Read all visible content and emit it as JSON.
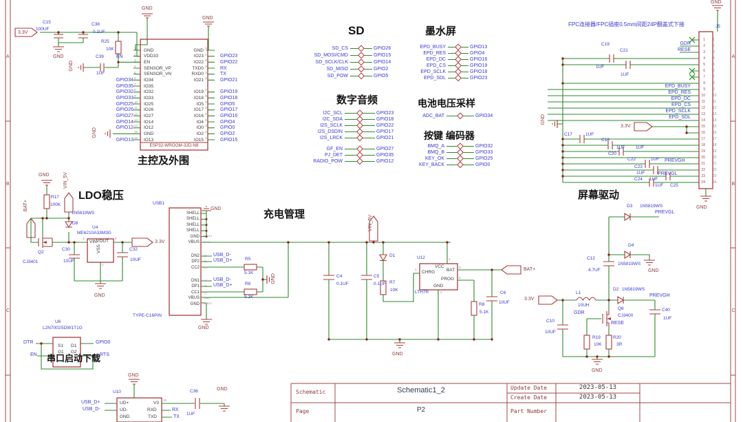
{
  "colors": {
    "wire": "#2a8a2a",
    "symbol": "#a83a3a",
    "net_blue": "#3838d2",
    "power_red": "#8b3a3a",
    "frame": "#a04545"
  },
  "frame": {
    "rows": [
      "A",
      "B",
      "C"
    ]
  },
  "titles": {
    "mcu": "主控及外围",
    "ldo": "LDO稳压",
    "charge": "充电管理",
    "screen": "屏幕驱动",
    "serial": "串口启动下载",
    "sd": "SD",
    "eink": "墨水屏",
    "audio": "数字音频",
    "battery": "电池电压采样",
    "keys": "按键 编码器"
  },
  "fpc_note": "FPC连接器/FPC插座0.5mm间距24P翻盖式下接",
  "nets": {
    "en": "EN",
    "gnd": "GND",
    "v33": "3.3V",
    "vin5": "VIN_5V",
    "batp": "BAT+",
    "rx": "RX",
    "tx": "TX",
    "usbdp": "USB_D+",
    "usbdm": "USB_D-",
    "dtr": "DTR",
    "rts": "RTS",
    "gpio0": "GPIO0",
    "prevgh": "PREVGH",
    "prevgl": "PREVGL",
    "gdr": "GDR",
    "rese": "RESE"
  },
  "esp32": {
    "name": "ESP32-WROOM-32D-N8",
    "left_pins": [
      {
        "num": "1",
        "name": "GND",
        "net": ""
      },
      {
        "num": "2",
        "name": "VDD33",
        "net": ""
      },
      {
        "num": "3",
        "name": "EN",
        "net": ""
      },
      {
        "num": "4",
        "name": "SENSOR_VP",
        "net": ""
      },
      {
        "num": "5",
        "name": "SENSOR_VN",
        "net": ""
      },
      {
        "num": "6",
        "name": "IO34",
        "net": "GPIO34"
      },
      {
        "num": "7",
        "name": "IO35",
        "net": "GPIO35"
      },
      {
        "num": "8",
        "name": "IO32",
        "net": "GPIO32"
      },
      {
        "num": "9",
        "name": "IO33",
        "net": "GPIO33"
      },
      {
        "num": "10",
        "name": "IO25",
        "net": "GPIO25"
      },
      {
        "num": "11",
        "name": "IO26",
        "net": "GPIO26"
      },
      {
        "num": "12",
        "name": "IO27",
        "net": "GPIO27"
      },
      {
        "num": "13",
        "name": "IO14",
        "net": "GPIO14"
      },
      {
        "num": "14",
        "name": "IO12",
        "net": "GPIO12"
      },
      {
        "num": "15",
        "name": "GND",
        "net": ""
      },
      {
        "num": "16",
        "name": "IO13",
        "net": "GPIO13"
      }
    ],
    "right_pins": [
      {
        "num": "38",
        "name": "GND",
        "net": ""
      },
      {
        "num": "37",
        "name": "IO23",
        "net": "GPIO23"
      },
      {
        "num": "36",
        "name": "IO22",
        "net": "GPIO22"
      },
      {
        "num": "35",
        "name": "TXD0",
        "net": "RX"
      },
      {
        "num": "34",
        "name": "RXD0",
        "net": "TX"
      },
      {
        "num": "33",
        "name": "IO21",
        "net": "GPIO21"
      },
      {
        "num": "",
        "name": "",
        "net": ""
      },
      {
        "num": "31",
        "name": "IO19",
        "net": "GPIO19"
      },
      {
        "num": "30",
        "name": "IO18",
        "net": "GPIO18"
      },
      {
        "num": "29",
        "name": "IO5",
        "net": "GPIO5"
      },
      {
        "num": "28",
        "name": "IO17",
        "net": "GPIO17"
      },
      {
        "num": "27",
        "name": "IO16",
        "net": "GPIO16"
      },
      {
        "num": "26",
        "name": "IO4",
        "net": "GPIO4"
      },
      {
        "num": "25",
        "name": "IO0",
        "net": "GPIO0"
      },
      {
        "num": "24",
        "name": "IO2",
        "net": "GPIO2"
      },
      {
        "num": "23",
        "name": "IO15",
        "net": "GPIO15"
      }
    ]
  },
  "maps": {
    "sd": [
      {
        "l": "SD_CS",
        "r": "GPIO26"
      },
      {
        "l": "SD_MOSI/CMD",
        "r": "GPIO15"
      },
      {
        "l": "SD_SCLK/CLK",
        "r": "GPIO14"
      },
      {
        "l": "SD_MISO",
        "r": "GPIO2"
      },
      {
        "l": "SD_POW",
        "r": "GPIO5"
      }
    ],
    "eink": [
      {
        "l": "EPD_BUSY",
        "r": "GPIO13"
      },
      {
        "l": "EPD_RES",
        "r": "GPIO4"
      },
      {
        "l": "EPD_DC",
        "r": "GPIO16"
      },
      {
        "l": "EPD_CS",
        "r": "GPIO19"
      },
      {
        "l": "EPD_SCLK",
        "r": "GPIO18"
      },
      {
        "l": "EPD_SDL",
        "r": "GPIO23"
      }
    ],
    "audio": [
      {
        "l": "I2C_SCL",
        "r": "GPIO23"
      },
      {
        "l": "I2C_SDA",
        "r": "GPIO18"
      },
      {
        "l": "I2S_SCLK",
        "r": "GPIO22"
      },
      {
        "l": "I2S_DSDIN",
        "r": "GPIO17"
      },
      {
        "l": "I2S_LRCK",
        "r": "GPIO21"
      }
    ],
    "audio2": [
      {
        "l": "GF_EN",
        "r": "GPIO27"
      },
      {
        "l": "PJ_DET",
        "r": "GPIO35"
      },
      {
        "l": "RADIO_POW",
        "r": "GPIO12"
      }
    ],
    "battery": [
      {
        "l": "ADC_BAT",
        "r": "GPIO34"
      }
    ],
    "keys": [
      {
        "l": "BMQ_A",
        "r": "GPIO32"
      },
      {
        "l": "BMQ_B",
        "r": "GPIO33"
      },
      {
        "l": "KEY_OK",
        "r": "GPIO25"
      },
      {
        "l": "KEY_BACK",
        "r": "GPIO0"
      }
    ]
  },
  "j5": {
    "ref": "J5",
    "pins": [
      "1",
      "2",
      "3",
      "4",
      "5",
      "6",
      "7",
      "8",
      "9",
      "10",
      "11",
      "12",
      "13",
      "14",
      "15",
      "16",
      "17",
      "18",
      "19",
      "20",
      "21",
      "22",
      "23",
      "24"
    ],
    "nets": {
      "gdr": "GDR",
      "rese": "RESE",
      "busy": "EPD_BUSY",
      "res": "EPD_RES",
      "dc": "EPD_DC",
      "cs": "EPD_CS",
      "sclk": "EPD_SCLK",
      "sdl": "EPD_SDL"
    }
  },
  "usb": {
    "g1": [
      {
        "name": "SHELL",
        "num": "",
        "net": ""
      },
      {
        "name": "SHELL",
        "num": "",
        "net": ""
      },
      {
        "name": "SHELL",
        "num": "",
        "net": ""
      },
      {
        "name": "SHELL",
        "num": "",
        "net": ""
      },
      {
        "name": "GND",
        "num": "B1A12",
        "net": ""
      },
      {
        "name": "VBUS",
        "num": "B4A9",
        "net": ""
      }
    ],
    "g2": [
      {
        "name": "DN2",
        "num": "B7",
        "net": "USB_D-"
      },
      {
        "name": "DP2",
        "num": "B6",
        "net": "USB_D+"
      },
      {
        "name": "CC2",
        "num": "B5",
        "net": ""
      }
    ],
    "g3": [
      {
        "name": "DN1",
        "num": "A7",
        "net": "USB_D-"
      },
      {
        "name": "DP1",
        "num": "A6",
        "net": "USB_D+"
      },
      {
        "name": "CC1",
        "num": "A5",
        "net": ""
      },
      {
        "name": "VBUS",
        "num": "A4B9",
        "net": ""
      },
      {
        "name": "GND",
        "num": "A1B12",
        "net": ""
      }
    ]
  },
  "ics": {
    "u4": {
      "pins": {
        "vin": "VIN",
        "vout": "VOUT",
        "vss": "VSS"
      },
      "nums": {
        "vin": "3",
        "vout": "2",
        "vss": "1"
      }
    },
    "u12": {
      "pins": {
        "chrg": "CHRG",
        "vcc": "VCC",
        "bat": "BAT",
        "prog": "PROG",
        "gnd": "GND"
      },
      "nums": {
        "chrg": "1",
        "vcc": "4",
        "bat": "3",
        "prog": "5",
        "gnd": "2"
      }
    },
    "u6": {
      "pins": {
        "s1": "S1",
        "d1": "D1",
        "g1": "G1",
        "g2": "G2"
      }
    },
    "u10": {
      "pins": {
        "udp": "UD+",
        "udm": "UD-",
        "gnd": "GND",
        "v3": "V3",
        "rxd": "RXD",
        "txd": "TXD"
      },
      "nums": {
        "v3": "10"
      }
    }
  },
  "parts": {
    "c15": {
      "ref": "C15",
      "value": "100UF"
    },
    "c38": {
      "ref": "C38",
      "value": "0.1UF"
    },
    "c39": {
      "ref": "C39",
      "value": "1UF"
    },
    "r25": {
      "ref": "R25",
      "value": "10K"
    },
    "c19": {
      "ref": "C19",
      "value": "1UF"
    },
    "c21": {
      "ref": "C21",
      "value": "1UF"
    },
    "c17": {
      "ref": "C17",
      "value": "1UF"
    },
    "c18": {
      "ref": "C18",
      "value": "1UF"
    },
    "c20": {
      "ref": "C20",
      "value": "1UF"
    },
    "c22": {
      "ref": "C22",
      "value": "1UF"
    },
    "c23": {
      "ref": "C23",
      "value": "1UF"
    },
    "c24": {
      "ref": "C24",
      "value": "1UF"
    },
    "c25": {
      "ref": "C25",
      "value": "1UF"
    },
    "r17": {
      "ref": "R17",
      "value": "100K"
    },
    "d8": {
      "ref": "D8",
      "value": "1N5819WS"
    },
    "q2": {
      "ref": "Q2",
      "value": "CJ3401"
    },
    "u4": {
      "ref": "U4",
      "value": "ME6210A33M3G"
    },
    "c30": {
      "ref": "C30",
      "value": "10UF"
    },
    "c32": {
      "ref": "C32",
      "value": "10UF"
    },
    "usb1": {
      "ref": "USB1",
      "value": "TYPE-C16PIN"
    },
    "r5": {
      "ref": "R5",
      "value": "5.1K"
    },
    "r6": {
      "ref": "R6",
      "value": "5.1K"
    },
    "u12": {
      "ref": "U12",
      "value": "LTH7R"
    },
    "d1": {
      "ref": "D1",
      "value": ""
    },
    "r7": {
      "ref": "R7",
      "value": "10K"
    },
    "r8": {
      "ref": "R8",
      "value": "5.1K"
    },
    "c4": {
      "ref": "C4",
      "value": "0.1UF"
    },
    "c5": {
      "ref": "C5",
      "value": "0.1UF"
    },
    "c6": {
      "ref": "C6",
      "value": "10UF"
    },
    "d3": {
      "ref": "D3",
      "value": "1N5819WS"
    },
    "d4": {
      "ref": "D4",
      "value": "1N5819WS"
    },
    "c12": {
      "ref": "C12",
      "value": "4.7UF"
    },
    "l1": {
      "ref": "L1",
      "value": "10UH"
    },
    "d2": {
      "ref": "D2",
      "value": "1N5819WS"
    },
    "q8": {
      "ref": "Q8",
      "value": "CJ3400"
    },
    "c40": {
      "ref": "C40",
      "value": "1UF"
    },
    "c10": {
      "ref": "C10",
      "value": "10UF"
    },
    "r19": {
      "ref": "R19",
      "value": "10K"
    },
    "r20": {
      "ref": "R20",
      "value": "3R"
    },
    "u6": {
      "ref": "U6",
      "value": "L2N7002SDW1T1G"
    },
    "u10": {
      "ref": "U10",
      "value": ""
    },
    "c36": {
      "ref": "C36",
      "value": "1UF"
    },
    "j5": {
      "ref": "J5",
      "value": ""
    }
  },
  "titleblock": {
    "schematic_label": "Schematic",
    "schematic_value": "Schematic1_2",
    "page_label": "Page",
    "page_value": "P2",
    "update_label": "Update Date",
    "update_value": "2023-05-13",
    "create_label": "Create Date",
    "create_value": "2023-05-13",
    "part_label": "Part Number",
    "part_value": ""
  }
}
